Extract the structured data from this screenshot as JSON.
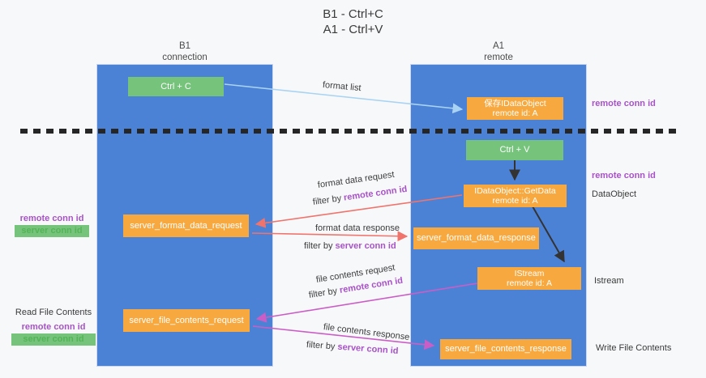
{
  "title": {
    "line1": "B1 - Ctrl+C",
    "line2": "A1 - Ctrl+V"
  },
  "lanes": {
    "b1": {
      "name": "B1",
      "subtitle": "connection"
    },
    "a1": {
      "name": "A1",
      "subtitle": "remote"
    }
  },
  "nodes": {
    "ctrl_c": {
      "label": "Ctrl + C"
    },
    "ctrl_v": {
      "label": "Ctrl + V"
    },
    "save_dataobject": {
      "line1": "保存IDataObject",
      "line2": "remote id: A"
    },
    "getdata": {
      "line1": "IDataObject::GetData",
      "line2": "remote id: A"
    },
    "istream": {
      "line1": "IStream",
      "line2": "remote id: A"
    },
    "format_request": {
      "label": "server_format_data_request"
    },
    "format_response": {
      "label": "server_format_data_response"
    },
    "file_request": {
      "label": "server_file_contents_request"
    },
    "file_response": {
      "label": "server_file_contents_response"
    }
  },
  "edges": {
    "format_list": {
      "label": "format list"
    },
    "format_data_request": {
      "label": "format data request",
      "filter_prefix": "filter by ",
      "filter_key": "remote conn id"
    },
    "format_data_response": {
      "label": "format data response",
      "filter_prefix": "filter by ",
      "filter_key": "server conn id"
    },
    "file_contents_request": {
      "label": "file contents request",
      "filter_prefix": "filter by ",
      "filter_key": "remote conn id"
    },
    "file_contents_response": {
      "label": "file contents response",
      "filter_prefix": "filter by ",
      "filter_key": "server conn id"
    }
  },
  "annotations": {
    "right_remote_conn_id_top": "remote conn id",
    "right_remote_conn_id_mid": "remote conn id",
    "dataobject": "DataObject",
    "istream": "Istream",
    "write_file_contents": "Write File Contents",
    "left_remote_conn_id": "remote conn id",
    "left_server_conn_id": "server conn id",
    "read_file_contents": "Read File Contents",
    "left_bottom_remote_conn_id": "remote conn id",
    "left_bottom_server_conn_id": "server conn id"
  },
  "colors": {
    "lane_blue": "#4c82d5",
    "box_orange": "#f7a940",
    "box_green": "#76c37c",
    "arrow_blue": "#a9d3f2",
    "arrow_red": "#f0736c",
    "arrow_magenta": "#cb5ec6",
    "arrow_black": "#333333",
    "label_purple": "#a852c8",
    "label_green": "#54b357"
  }
}
